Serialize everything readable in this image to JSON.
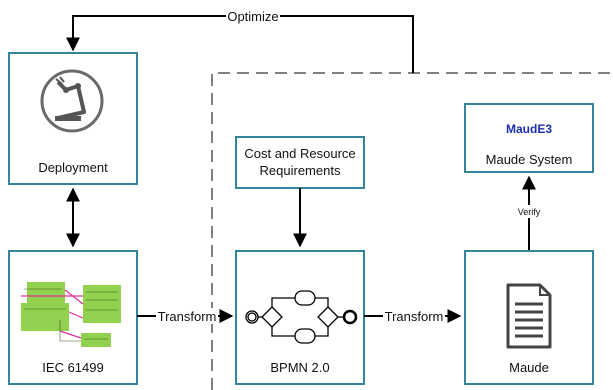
{
  "colors": {
    "box_border": "#31859c",
    "arrow": "#000000",
    "dashed_border": "#7f7f7f",
    "iec_block_fill": "#92d050",
    "maude_logo": "#1a2fb0"
  },
  "edges": {
    "optimize": "Optimize",
    "transform_left": "Transform",
    "transform_right": "Transform",
    "verify": "Verify"
  },
  "boxes": {
    "deployment": {
      "label": "Deployment",
      "icon": "robot-arm-icon"
    },
    "iec": {
      "label": "IEC 61499",
      "icon": "function-block-network-icon"
    },
    "cost": {
      "label_line1": "Cost and Resource",
      "label_line2": "Requirements"
    },
    "bpmn": {
      "label": "BPMN 2.0",
      "icon": "bpmn-process-icon"
    },
    "maude_system": {
      "label": "Maude System",
      "logo_text": "MaudE3"
    },
    "maude": {
      "label": "Maude",
      "icon": "document-icon"
    }
  }
}
